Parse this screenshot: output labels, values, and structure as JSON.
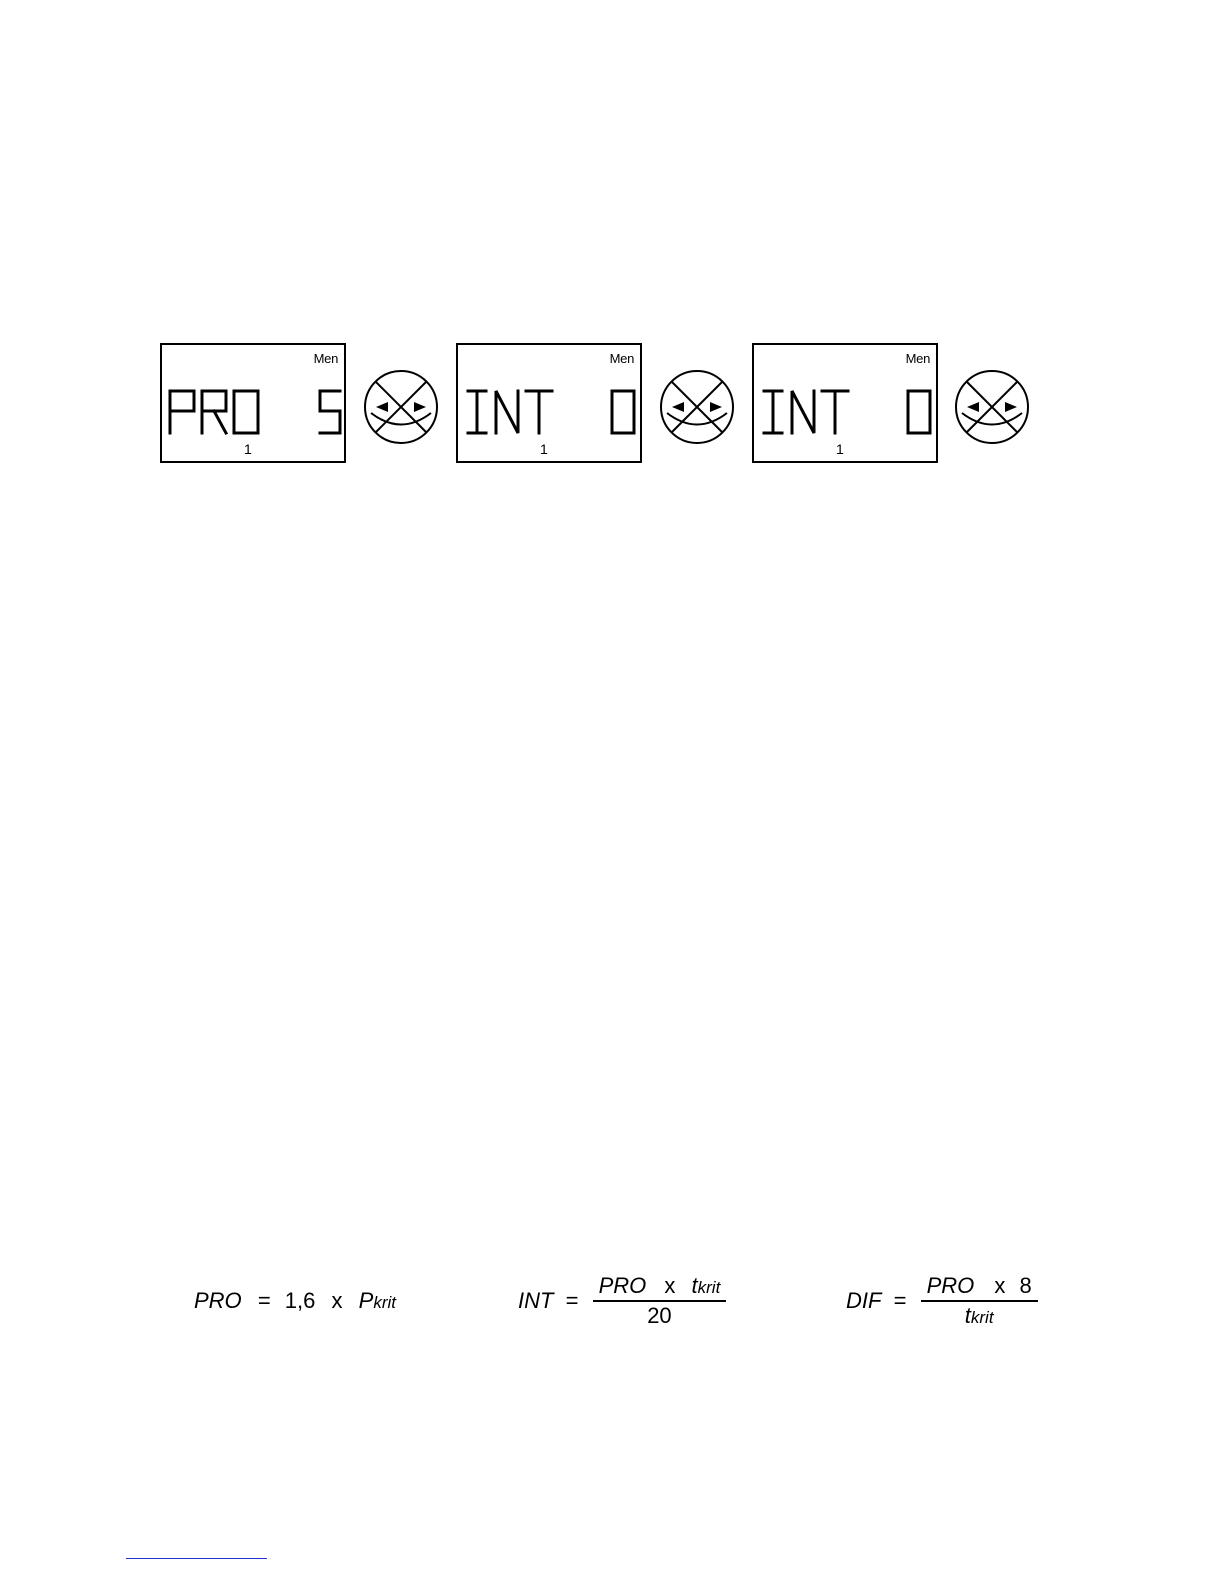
{
  "displays": [
    {
      "indicator": "Men",
      "label": "PRO",
      "value": "5",
      "sub": "1"
    },
    {
      "indicator": "Men",
      "label": "INT",
      "value": "0",
      "sub": "1"
    },
    {
      "indicator": "Men",
      "label": "INT",
      "value": "0",
      "sub": "1"
    }
  ],
  "formulas": {
    "pro": {
      "lhs": "PRO",
      "eq": "=",
      "factor": "1,6",
      "times": "x",
      "var": "P",
      "var_sub": "krit"
    },
    "int": {
      "lhs": "INT",
      "eq": "=",
      "num_a": "PRO",
      "times": "x",
      "num_b": "t",
      "num_b_sub": "krit",
      "den": "20"
    },
    "dif": {
      "lhs": "DIF",
      "eq": "=",
      "num_a": "PRO",
      "times": "x",
      "num_b": "8",
      "den": "t",
      "den_sub": "krit"
    }
  }
}
